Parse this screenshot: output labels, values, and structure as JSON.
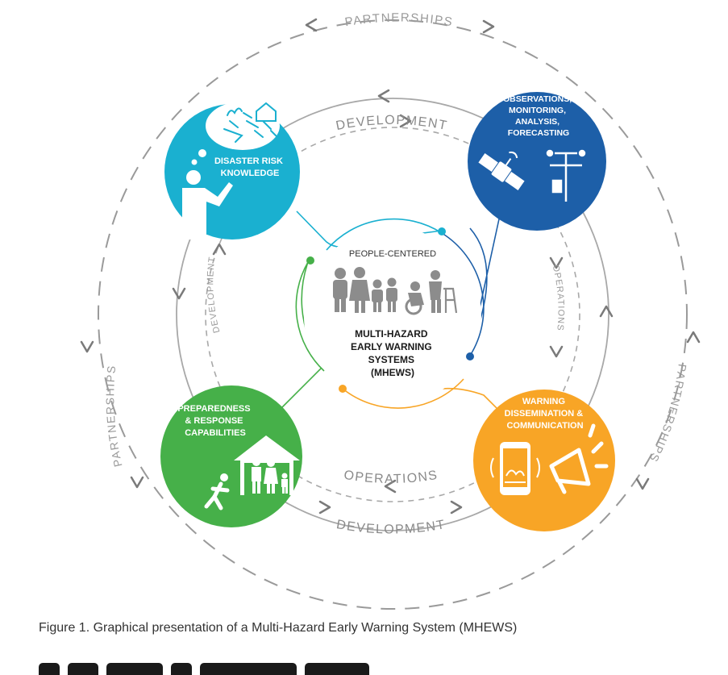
{
  "diagram": {
    "ring_labels": {
      "partnerships_top": "PARTNERSHIPS",
      "partnerships_left": "PARTNERSHIPS",
      "partnerships_right": "PARTNERSHIPS",
      "development_top": "DEVELOPMENT",
      "development_left": "DEVELOPMENT",
      "development_bottom": "DEVELOPMENT",
      "operations_right": "OPERATIONS",
      "operations_bottom": "OPERATIONS"
    },
    "center": {
      "top_label": "PEOPLE-CENTERED",
      "line1": "MULTI-HAZARD",
      "line2": "EARLY WARNING",
      "line3": "SYSTEMS",
      "line4": "(MHEWS)"
    },
    "nodes": {
      "knowledge": {
        "line1": "DISASTER RISK",
        "line2": "KNOWLEDGE",
        "color": "#1AB0D0"
      },
      "observations": {
        "line1": "OBSERVATIONS,",
        "line2": "MONITORING,",
        "line3": "ANALYSIS,",
        "line4": "FORECASTING",
        "color": "#1D5FA8"
      },
      "preparedness": {
        "line1": "PREPAREDNESS",
        "line2": "& RESPONSE",
        "line3": "CAPABILITIES",
        "color": "#46B049"
      },
      "warning": {
        "line1": "WARNING",
        "line2": "DISSEMINATION &",
        "line3": "COMMUNICATION",
        "color": "#F8A526"
      }
    }
  },
  "caption": "Figure 1. Graphical presentation of a Multi-Hazard Early Warning System (MHEWS)"
}
